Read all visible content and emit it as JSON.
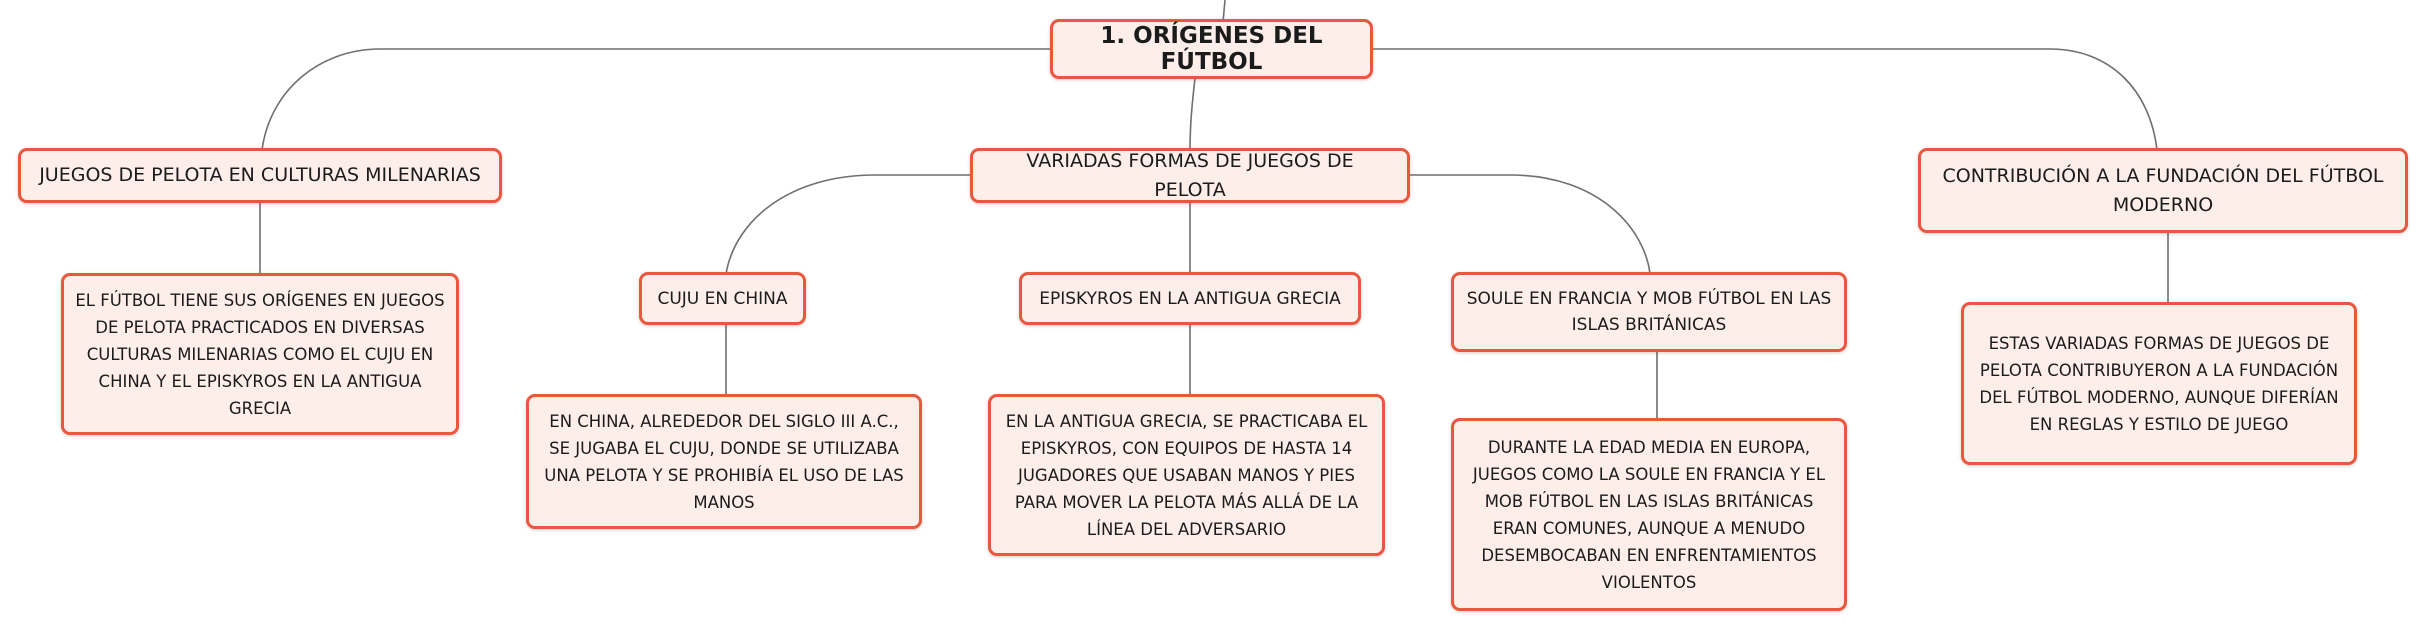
{
  "root": {
    "label": "1. ORÍGENES DEL FÚTBOL"
  },
  "topics": {
    "left": {
      "label": "JUEGOS DE PELOTA EN CULTURAS MILENARIAS",
      "detail": "EL FÚTBOL TIENE SUS ORÍGENES EN JUEGOS DE PELOTA PRACTICADOS EN DIVERSAS CULTURAS MILENARIAS COMO EL CUJU EN CHINA Y EL EPISKYROS EN LA ANTIGUA GRECIA"
    },
    "center": {
      "label": "VARIADAS FORMAS DE JUEGOS DE PELOTA",
      "subtopics": {
        "cuju": {
          "label": "CUJU EN CHINA",
          "detail": "EN CHINA, ALREDEDOR DEL SIGLO III A.C., SE JUGABA EL CUJU, DONDE SE UTILIZABA UNA PELOTA Y SE PROHIBÍA EL USO DE LAS MANOS"
        },
        "episkyros": {
          "label": "EPISKYROS EN LA ANTIGUA GRECIA",
          "detail": "EN LA ANTIGUA GRECIA, SE PRACTICABA EL EPISKYROS, CON EQUIPOS DE HASTA 14 JUGADORES QUE USABAN MANOS Y PIES PARA MOVER LA PELOTA MÁS ALLÁ DE LA LÍNEA DEL ADVERSARIO"
        },
        "soule": {
          "label": "SOULE EN FRANCIA Y MOB FÚTBOL EN LAS ISLAS BRITÁNICAS",
          "detail": "DURANTE LA EDAD MEDIA EN EUROPA, JUEGOS COMO LA SOULE EN FRANCIA Y EL MOB FÚTBOL EN LAS ISLAS BRITÁNICAS ERAN COMUNES, AUNQUE A MENUDO DESEMBOCABAN EN ENFRENTAMIENTOS VIOLENTOS"
        }
      }
    },
    "right": {
      "label": "CONTRIBUCIÓN A LA FUNDACIÓN DEL FÚTBOL MODERNO",
      "detail": "ESTAS VARIADAS FORMAS DE JUEGOS DE PELOTA CONTRIBUYERON A LA FUNDACIÓN DEL FÚTBOL MODERNO, AUNQUE DIFERÍAN EN REGLAS Y ESTILO DE JUEGO"
    }
  },
  "colors": {
    "node_border": "#e8573e",
    "node_fill": "#fdeee9",
    "connector": "#6f6f6f",
    "text": "#1b1b1b"
  }
}
